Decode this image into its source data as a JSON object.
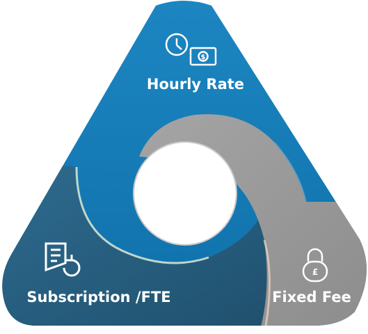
{
  "diagram": {
    "segments": [
      {
        "id": "hourly",
        "label": "Hourly Rate",
        "icon": "clock-money-icon",
        "color": "#1a73aa"
      },
      {
        "id": "subscription",
        "label": "Subscription /FTE",
        "icon": "document-refresh-icon",
        "color": "#2c5a77"
      },
      {
        "id": "fixed",
        "label": "Fixed Fee",
        "icon": "padlock-pound-icon",
        "color": "#9b9b9b"
      }
    ]
  }
}
